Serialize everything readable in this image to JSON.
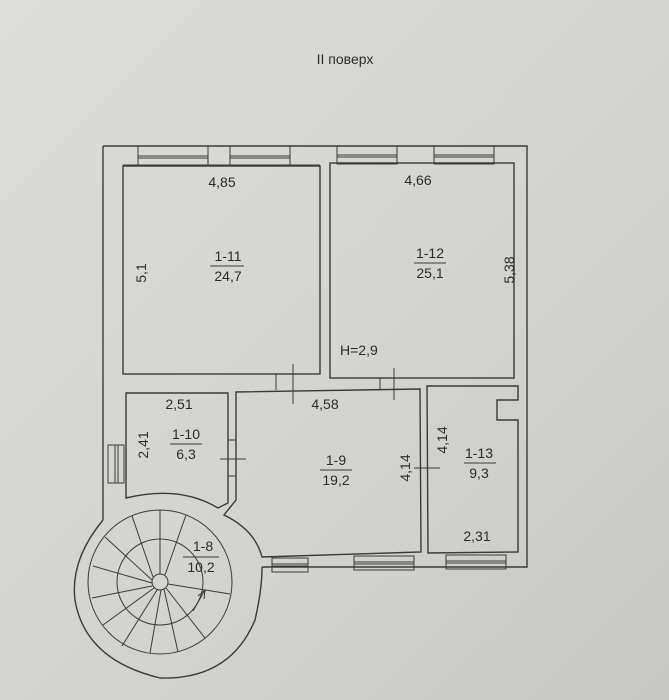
{
  "plan": {
    "title": "II поверх",
    "height_label": "H=2,9",
    "rooms": [
      {
        "id": "1-11",
        "area": "24,7",
        "width": "4,85",
        "length": "5,1"
      },
      {
        "id": "1-12",
        "area": "25,1",
        "width": "4,66",
        "length": "5,38"
      },
      {
        "id": "1-10",
        "area": "6,3",
        "width": "2,51",
        "length": "2,41"
      },
      {
        "id": "1-9",
        "area": "19,2",
        "width": "4,58",
        "length": "4,14"
      },
      {
        "id": "1-13",
        "area": "9,3",
        "width": "2,31",
        "length": "4,14"
      },
      {
        "id": "1-8",
        "area": "10,2"
      }
    ]
  }
}
